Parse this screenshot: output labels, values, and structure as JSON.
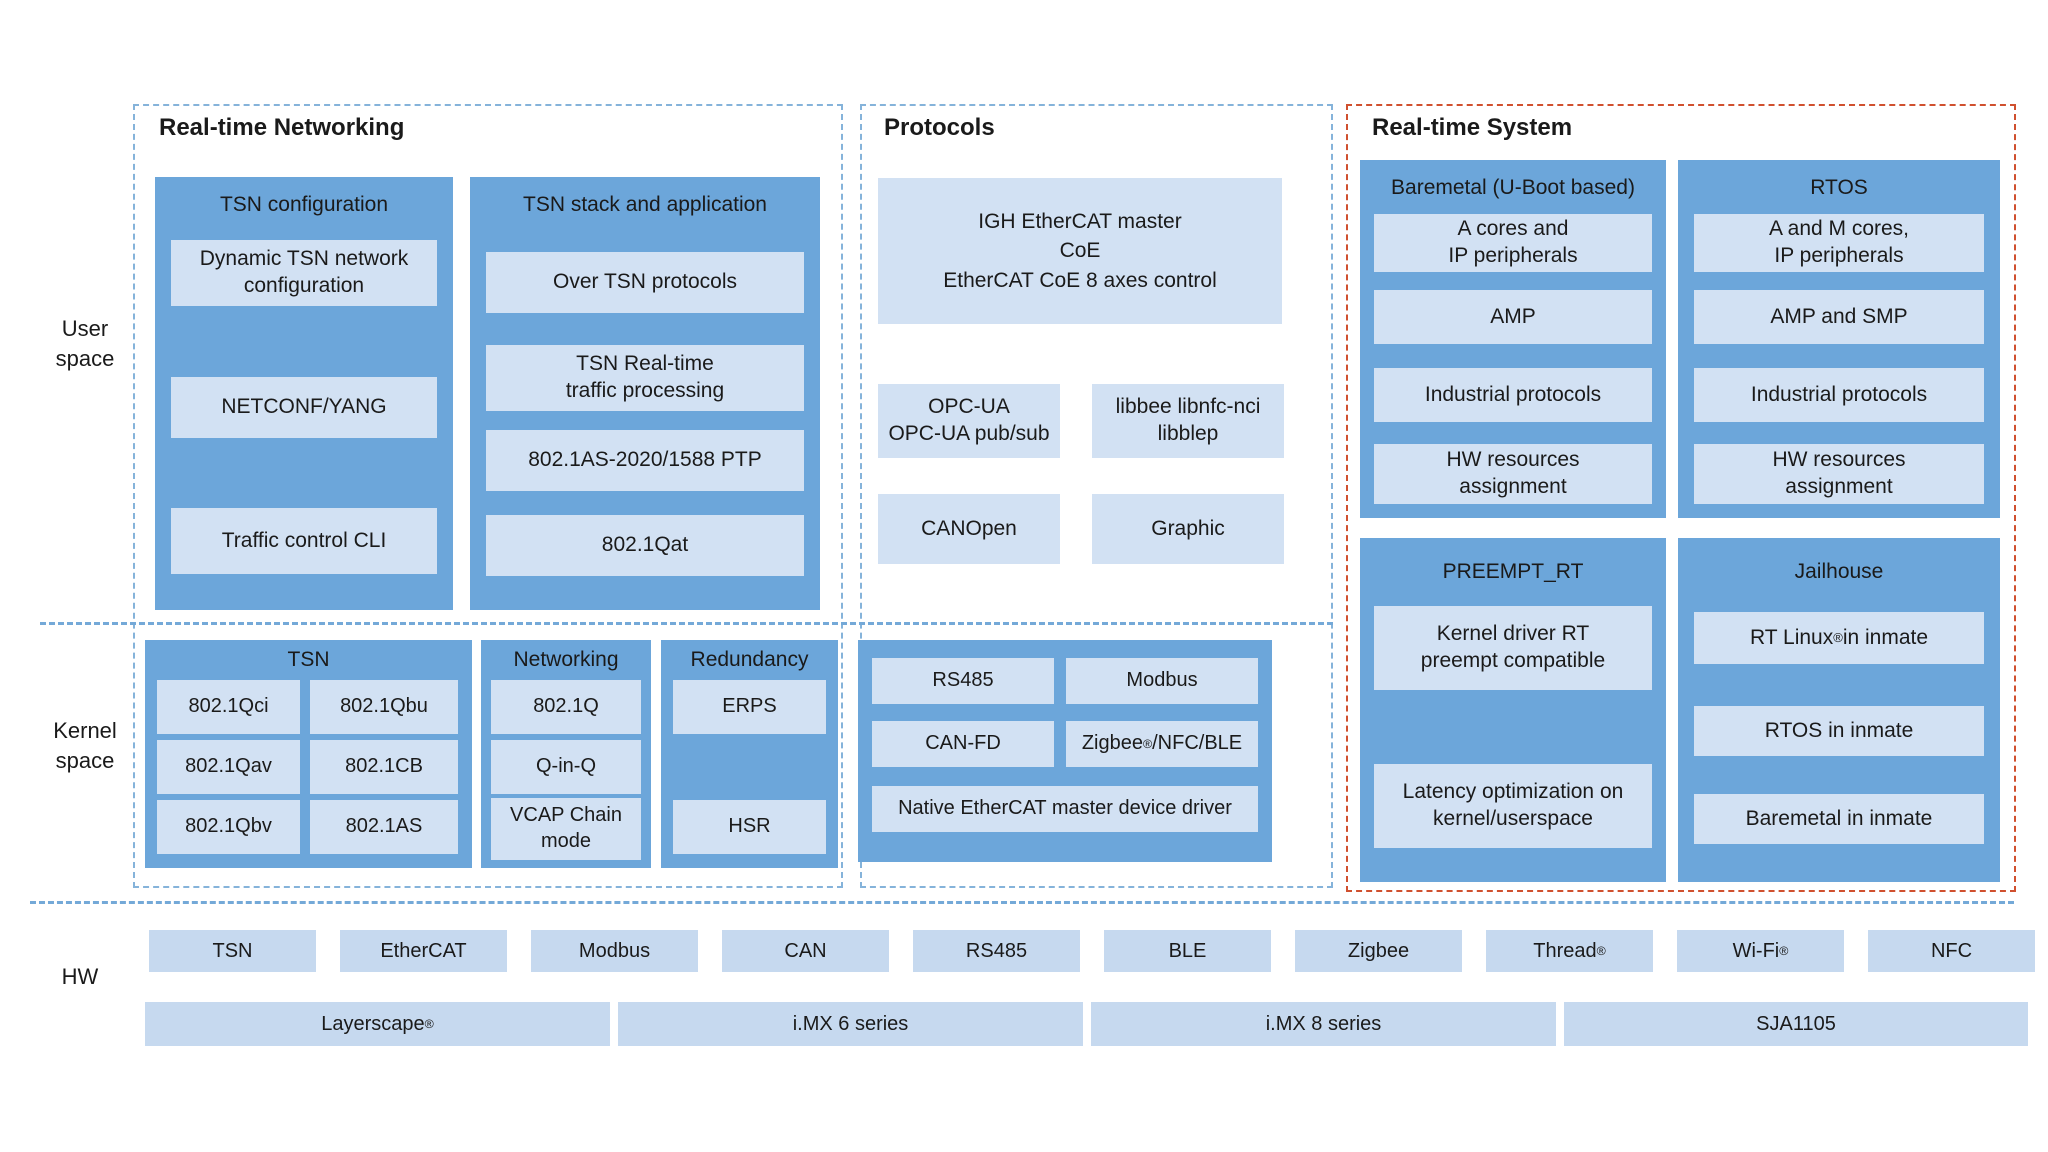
{
  "labels": {
    "user_space": "User\nspace",
    "kernel_space": "Kernel\nspace",
    "hw": "HW"
  },
  "networking": {
    "title": "Real-time Networking",
    "tsn_config": {
      "header": "TSN configuration",
      "items": [
        "Dynamic TSN network\nconfiguration",
        "NETCONF/YANG",
        "Traffic control CLI"
      ]
    },
    "tsn_stack": {
      "header": "TSN stack and application",
      "items": [
        "Over TSN protocols",
        "TSN Real-time\ntraffic processing",
        "802.1AS-2020/1588 PTP",
        "802.1Qat"
      ]
    },
    "kernel_tsn": {
      "header": "TSN",
      "items": [
        "802.1Qci",
        "802.1Qbu",
        "802.1Qav",
        "802.1CB",
        "802.1Qbv",
        "802.1AS"
      ]
    },
    "kernel_networking": {
      "header": "Networking",
      "items": [
        "802.1Q",
        "Q-in-Q",
        "VCAP Chain\nmode"
      ]
    },
    "kernel_redundancy": {
      "header": "Redundancy",
      "items": [
        "ERPS",
        "HSR"
      ]
    }
  },
  "protocols": {
    "title": "Protocols",
    "igh": "IGH EtherCAT master\nCoE\nEtherCAT CoE 8 axes control",
    "opcua": "OPC-UA\nOPC-UA pub/sub",
    "libbee": "libbee libnfc-nci\nlibblep",
    "canopen": "CANOpen",
    "graphic": "Graphic",
    "kernel": {
      "rs485": "RS485",
      "modbus": "Modbus",
      "canfd": "CAN-FD",
      "zigbee": "Zigbee®/NFC/BLE",
      "native": "Native EtherCAT master device driver"
    }
  },
  "rtsystem": {
    "title": "Real-time System",
    "baremetal": {
      "header": "Baremetal (U-Boot based)",
      "items": [
        "A cores and\nIP peripherals",
        "AMP",
        "Industrial protocols",
        "HW resources\nassignment"
      ]
    },
    "rtos": {
      "header": "RTOS",
      "items": [
        "A and M cores,\nIP peripherals",
        "AMP and SMP",
        "Industrial protocols",
        "HW resources\nassignment"
      ]
    },
    "preempt": {
      "header": "PREEMPT_RT",
      "items": [
        "Kernel driver RT\npreempt compatible",
        "Latency optimization on\nkernel/userspace"
      ]
    },
    "jailhouse": {
      "header": "Jailhouse",
      "items": [
        "RT Linux® in inmate",
        "RTOS in inmate",
        "Baremetal in inmate"
      ]
    }
  },
  "hw": {
    "chips": [
      "TSN",
      "EtherCAT",
      "Modbus",
      "CAN",
      "RS485",
      "BLE",
      "Zigbee",
      "Thread®",
      "Wi-Fi®",
      "NFC"
    ],
    "socs": [
      "Layerscape®",
      "i.MX 6 series",
      "i.MX 8 series",
      "SJA1105"
    ]
  },
  "colors": {
    "container_blue": "#6ca6da",
    "block_light": "#d2e1f3",
    "chip_light": "#c6d9ef",
    "dashed_blue": "#85b3da",
    "divider_blue": "#74a9d8",
    "dashed_orange": "#d0502f"
  }
}
